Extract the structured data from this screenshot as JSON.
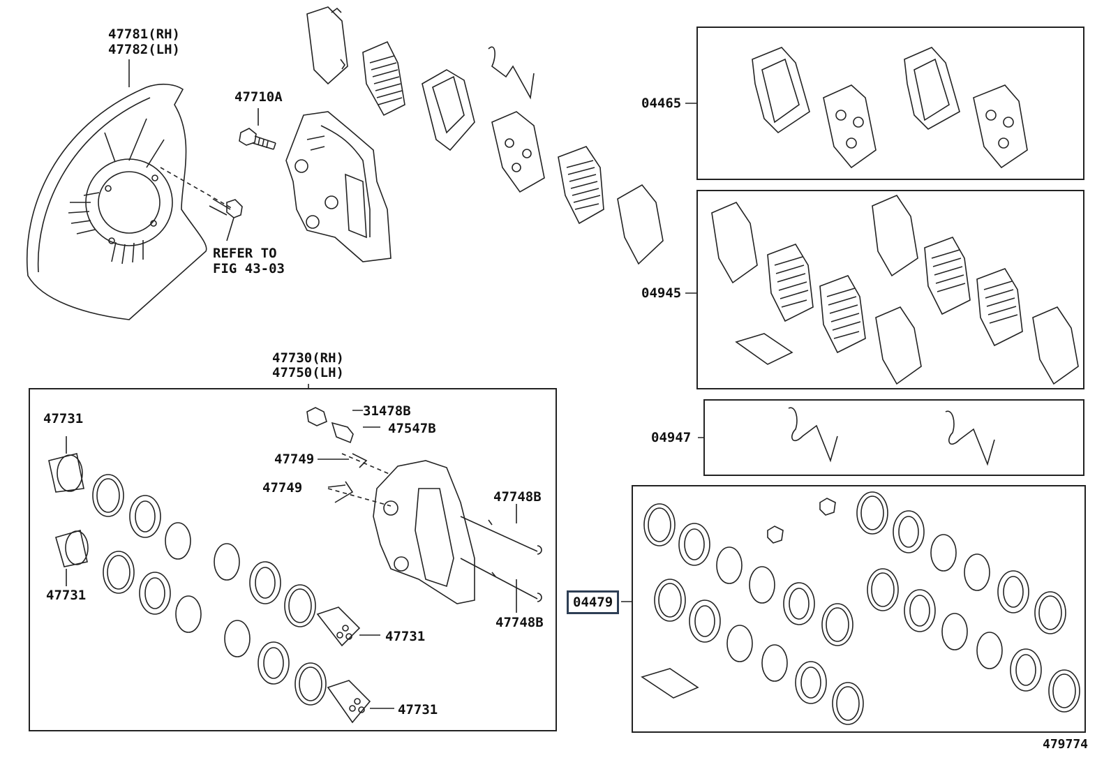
{
  "labels": {
    "shield_rh": "47781(RH)",
    "shield_lh": "47782(LH)",
    "bolt": "47710A",
    "refer_line1": "REFER TO",
    "refer_line2": "FIG 43-03",
    "caliper_rh": "47730(RH)",
    "caliper_lh": "47750(LH)",
    "cap": "31478B",
    "bleeder": "47547B",
    "clip_a": "47749",
    "clip_b": "47749",
    "pin_a": "47748B",
    "pin_b": "47748B",
    "piston_a": "47731",
    "piston_b": "47731",
    "piston_c": "47731",
    "piston_d": "47731",
    "pad_kit": "04465",
    "shim_kit": "04945",
    "spring_kit": "04947",
    "seal_kit": "04479",
    "figure_no": "479774"
  },
  "colors": {
    "line": "#222222",
    "highlight_border": "#2e3f55",
    "background": "#ffffff"
  }
}
